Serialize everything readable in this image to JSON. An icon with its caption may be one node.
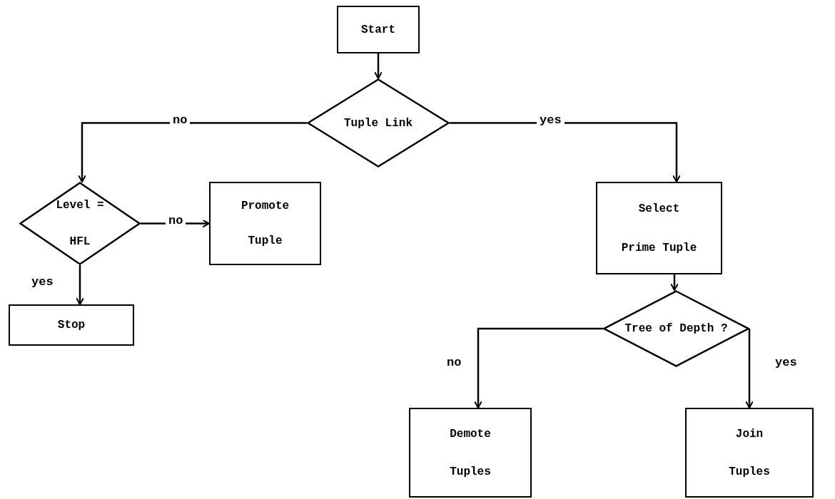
{
  "diagram": {
    "nodes": [
      {
        "text": [
          "Start"
        ]
      },
      {
        "text": [
          "Tuple Link"
        ]
      },
      {
        "text": [
          "Level =",
          "HFL"
        ]
      },
      {
        "text": [
          "Promote",
          "Tuple"
        ]
      },
      {
        "text": [
          "Stop"
        ]
      },
      {
        "text": [
          "Select",
          "Prime Tuple"
        ]
      },
      {
        "text": [
          "Tree of Depth ?"
        ]
      },
      {
        "text": [
          "Demote",
          "Tuples"
        ]
      },
      {
        "text": [
          "Join",
          "Tuples"
        ]
      }
    ],
    "edges": [
      {
        "from": 0,
        "to": 1,
        "arrow": "to"
      },
      {
        "from": 1,
        "to": 2,
        "arrow": "to",
        "label": "no"
      },
      {
        "from": 1,
        "to": 5,
        "arrow": "to",
        "label": "yes"
      },
      {
        "from": 2,
        "to": 3,
        "arrow": "to",
        "label": "no"
      },
      {
        "from": 2,
        "to": 4,
        "arrow": "to",
        "label": "yes"
      },
      {
        "from": 5,
        "to": 6,
        "arrow": "to"
      },
      {
        "from": 6,
        "to": 7,
        "arrow": "to",
        "label": "no"
      },
      {
        "from": 6,
        "to": 8,
        "arrow": "to",
        "label": "yes"
      }
    ]
  }
}
